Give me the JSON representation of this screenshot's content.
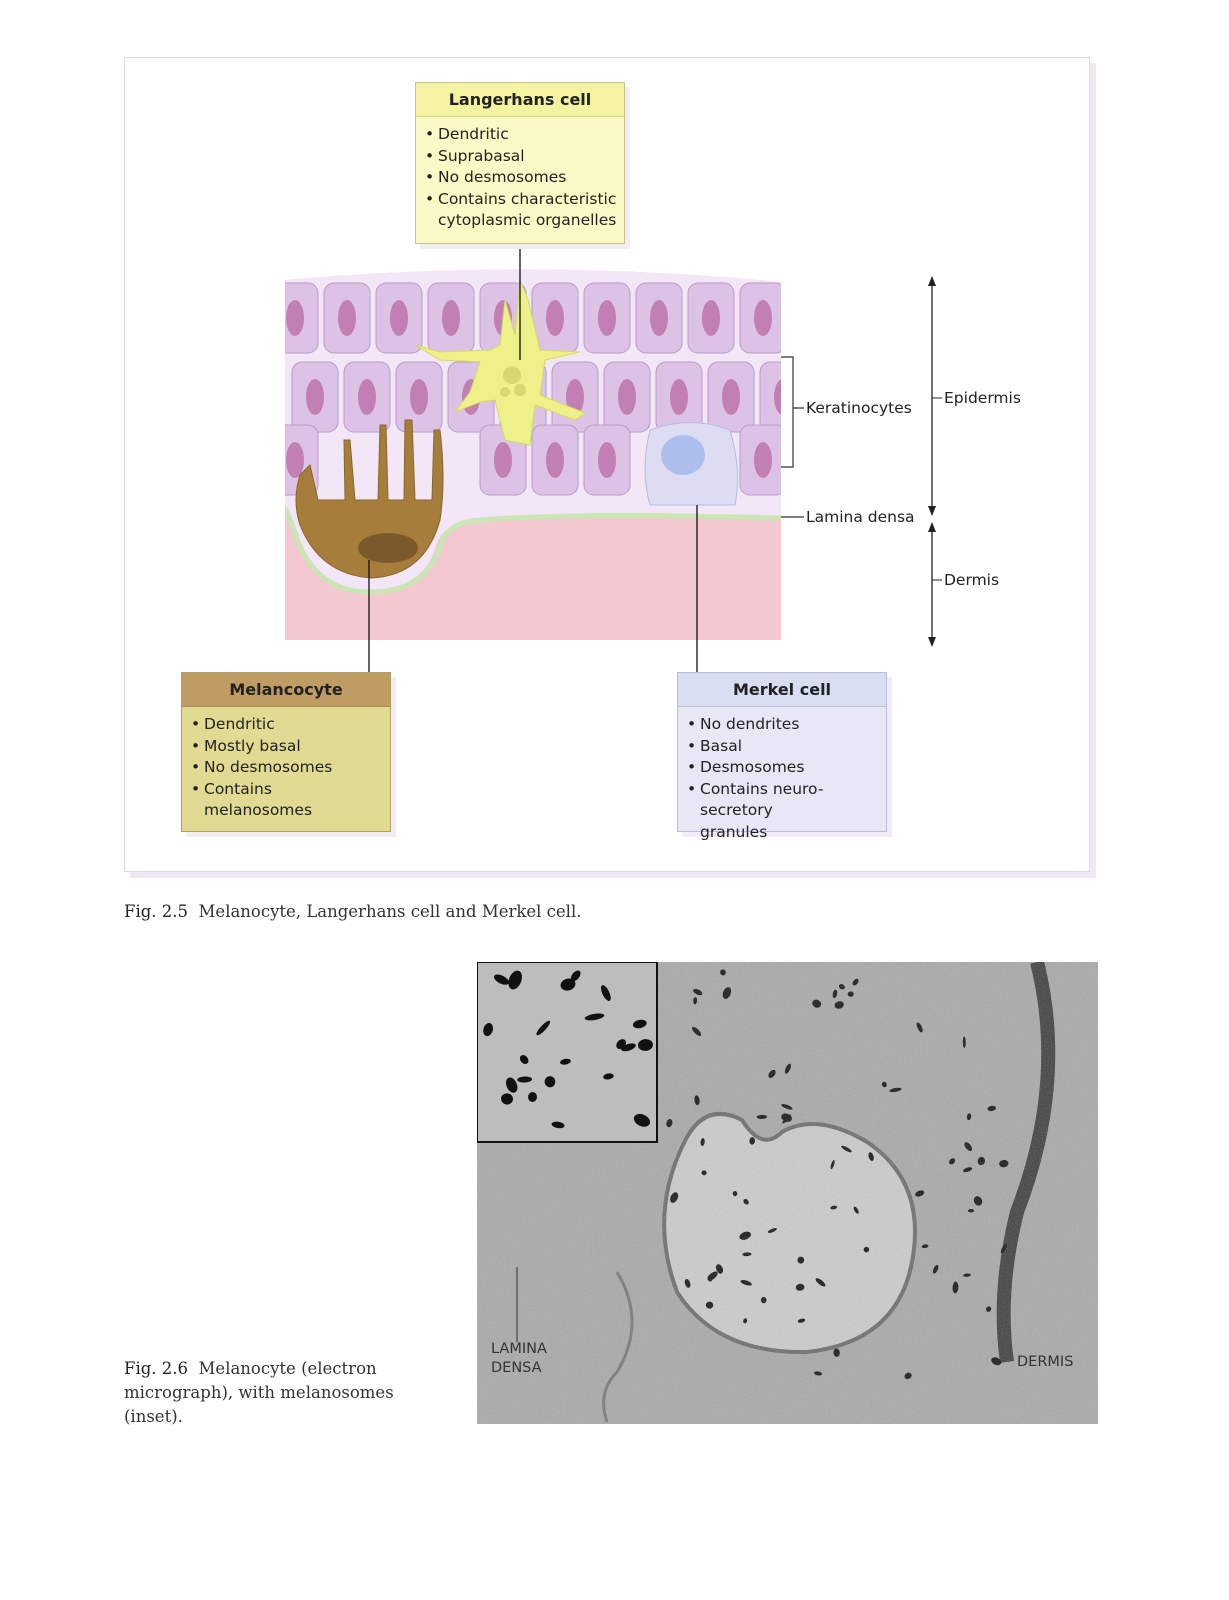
{
  "figure_2_5": {
    "caption_number": "Fig. 2.5",
    "caption_text": "Melanocyte, Langerhans cell and Merkel cell.",
    "langerhans": {
      "title": "Langerhans cell",
      "items": [
        "Dendritic",
        "Suprabasal",
        "No desmosomes",
        "Contains characteristic cytoplasmic organelles"
      ],
      "header_color": "#f4f3a2",
      "body_color": "#fbfac6"
    },
    "melanocyte": {
      "title": "Melancocyte",
      "items": [
        "Dendritic",
        "Mostly basal",
        "No desmosomes",
        "Contains melanosomes"
      ],
      "header_color": "#bf9c63",
      "body_color": "#e1da92"
    },
    "merkel": {
      "title": "Merkel cell",
      "items": [
        "No dendrites",
        "Basal",
        "Desmosomes",
        "Contains neuro-secretory granules"
      ],
      "header_color": "#d8ddf2",
      "body_color": "#e9e6f6"
    },
    "labels": {
      "keratinocytes": "Keratinocytes",
      "lamina_densa": "Lamina densa",
      "epidermis": "Epidermis",
      "dermis": "Dermis"
    }
  },
  "figure_2_6": {
    "caption_number": "Fig. 2.6",
    "caption_text": "Melanocyte (electron micrograph), with melanosomes (inset).",
    "labels": {
      "lamina_densa": "LAMINA DENSA",
      "dermis": "DERMIS"
    }
  }
}
